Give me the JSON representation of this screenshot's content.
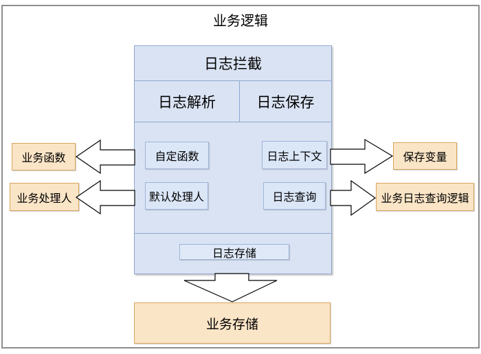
{
  "title": "业务逻辑",
  "interceptor": {
    "header": "日志拦截",
    "col_parse": "日志解析",
    "col_save": "日志保存",
    "custom_function": "自定函数",
    "log_context": "日志上下文",
    "default_handler": "默认处理人",
    "log_query": "日志查询",
    "log_storage": "日志存储"
  },
  "external": {
    "business_function": "业务函数",
    "business_handler": "业务处理人",
    "save_variable": "保存变量",
    "business_log_query_logic": "业务日志查询逻辑",
    "business_storage": "业务存储"
  },
  "colors": {
    "blue_fill": "#dae3f3",
    "blue_border": "#8fa6cf",
    "inner_blue_fill": "#dbe6f7",
    "inner_blue_border": "#9fb4da",
    "orange_fill": "#fbe5c7",
    "orange_border": "#d8a45c",
    "frame_border": "#8d8d8d",
    "arrow_fill": "#ffffff",
    "arrow_stroke": "#000000"
  }
}
